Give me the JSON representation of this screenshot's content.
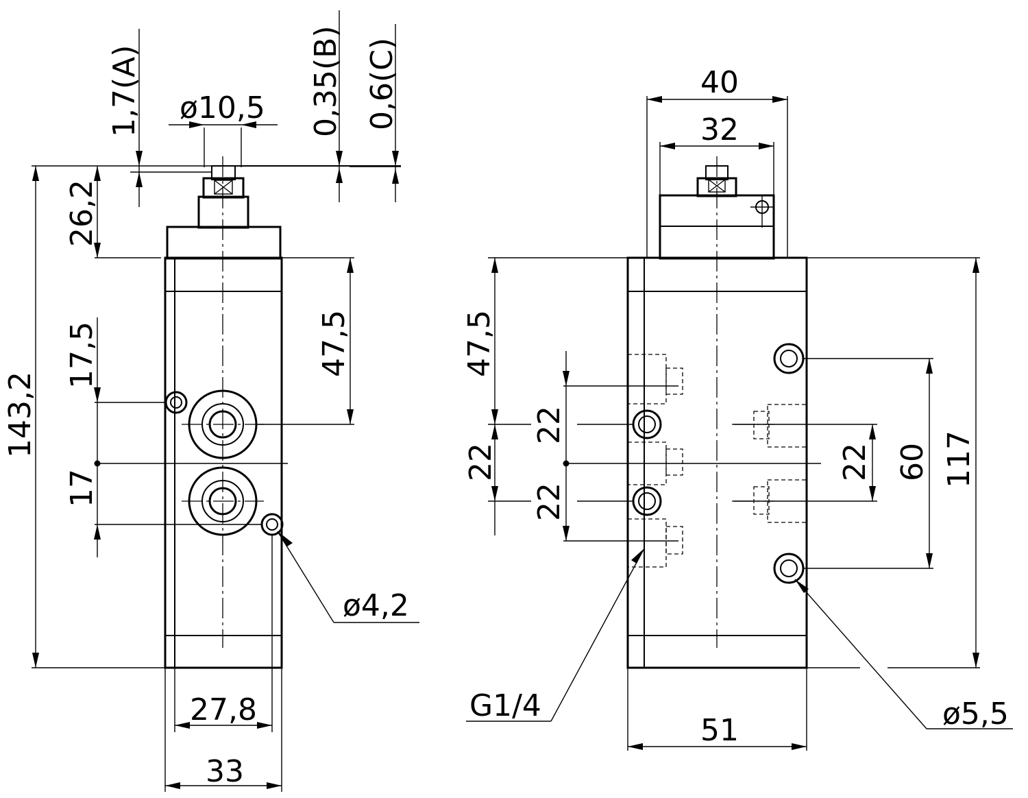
{
  "left_view": {
    "dims": {
      "a": "1,7(A)",
      "b": "0,35(B)",
      "c": "0,6(C)",
      "dia_plunger": "ø10,5",
      "h_plunger": "26,2",
      "h_total": "143,2",
      "h_port": "47,5",
      "v1": "17,5",
      "v2": "17",
      "dia_hole": "ø4,2",
      "w_holes": "27,8",
      "w_body": "33"
    }
  },
  "right_view": {
    "dims": {
      "w_top": "40",
      "w_head": "32",
      "h_port": "47,5",
      "p1": "22",
      "p2": "22",
      "p3": "22",
      "p4": "22",
      "p5": "60",
      "p6": "117",
      "thread": "G1/4",
      "dia_hole": "ø5,5",
      "w_body": "51"
    }
  }
}
